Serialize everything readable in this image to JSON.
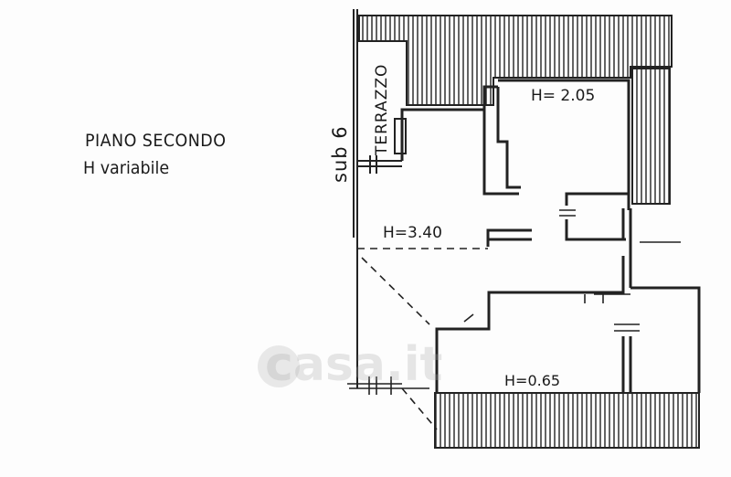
{
  "plan": {
    "title": "PIANO SECONDO",
    "subtitle": "H variabile",
    "sub_label": "sub 6",
    "terrace_label": "TERRAZZO",
    "heights": {
      "h1": "H= 2.05",
      "h2": "H=3.40",
      "h3": "H=0.65"
    }
  },
  "watermark": {
    "text": "casa.it",
    "icon": "house-icon"
  },
  "colors": {
    "ink": "#1a1a1a",
    "paper": "#fdfdfd",
    "watermark": "#aaaaaa"
  }
}
